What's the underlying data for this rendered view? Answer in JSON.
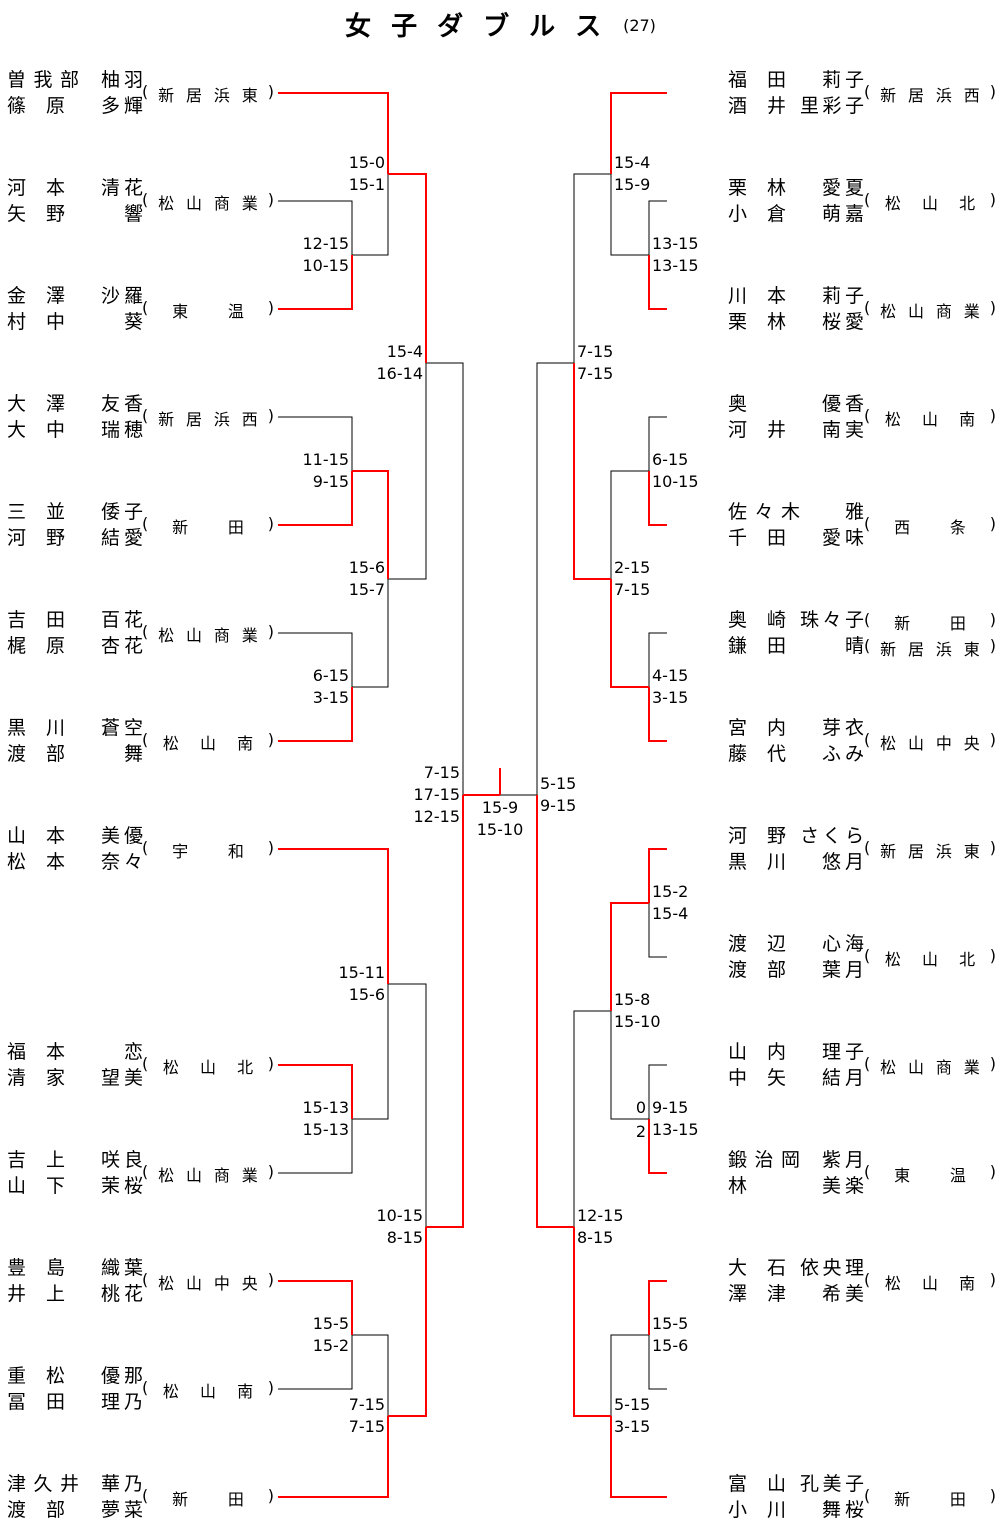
{
  "title": {
    "main": "女子ダブルス",
    "count": "(27)"
  },
  "colors": {
    "winner_line": "#ff0000",
    "loser_line": "#000000"
  },
  "left_teams": [
    {
      "p1": [
        "曽我部",
        "柚羽"
      ],
      "p2": [
        "篠原",
        "多輝"
      ],
      "school": "新居浜東"
    },
    {
      "p1": [
        "河本",
        "清花"
      ],
      "p2": [
        "矢野",
        "響"
      ],
      "school": "松山商業"
    },
    {
      "p1": [
        "金澤",
        "沙羅"
      ],
      "p2": [
        "村中",
        "葵"
      ],
      "school": "東温"
    },
    {
      "p1": [
        "大澤",
        "友香"
      ],
      "p2": [
        "大中",
        "瑞穂"
      ],
      "school": "新居浜西"
    },
    {
      "p1": [
        "三並",
        "倭子"
      ],
      "p2": [
        "河野",
        "結愛"
      ],
      "school": "新田"
    },
    {
      "p1": [
        "吉田",
        "百花"
      ],
      "p2": [
        "梶原",
        "杏花"
      ],
      "school": "松山商業"
    },
    {
      "p1": [
        "黒川",
        "蒼空"
      ],
      "p2": [
        "渡部",
        "舞"
      ],
      "school": "松山南"
    },
    {
      "p1": [
        "山本",
        "美優"
      ],
      "p2": [
        "松本",
        "奈々"
      ],
      "school": "宇和"
    },
    {
      "p1": [
        "福本",
        "恋"
      ],
      "p2": [
        "清家",
        "望美"
      ],
      "school": "松山北"
    },
    {
      "p1": [
        "吉上",
        "咲良"
      ],
      "p2": [
        "山下",
        "茉桜"
      ],
      "school": "松山商業"
    },
    {
      "p1": [
        "豊島",
        "織葉"
      ],
      "p2": [
        "井上",
        "桃花"
      ],
      "school": "松山中央"
    },
    {
      "p1": [
        "重松",
        "優那"
      ],
      "p2": [
        "冨田",
        "理乃"
      ],
      "school": "松山南"
    },
    {
      "p1": [
        "津久井",
        "華乃"
      ],
      "p2": [
        "渡部",
        "夢菜"
      ],
      "school": "新田"
    }
  ],
  "right_teams": [
    {
      "p1": [
        "福田",
        "莉子"
      ],
      "p2": [
        "酒井",
        "里彩子"
      ],
      "school": "新居浜西"
    },
    {
      "p1": [
        "栗林",
        "愛夏"
      ],
      "p2": [
        "小倉",
        "萌嘉"
      ],
      "school": "松山北"
    },
    {
      "p1": [
        "川本",
        "莉子"
      ],
      "p2": [
        "栗林",
        "桜愛"
      ],
      "school": "松山商業"
    },
    {
      "p1": [
        "奥",
        "優香"
      ],
      "p2": [
        "河井",
        "南実"
      ],
      "school": "松山南"
    },
    {
      "p1": [
        "佐々木",
        "雅"
      ],
      "p2": [
        "千田",
        "愛味"
      ],
      "school": "西条"
    },
    {
      "p1": [
        "奥崎",
        "珠々子"
      ],
      "p2": [
        "鎌田",
        "晴"
      ],
      "school": "新田",
      "school2": "新居浜東"
    },
    {
      "p1": [
        "宮内",
        "芽衣"
      ],
      "p2": [
        "藤代",
        "ふみ"
      ],
      "school": "松山中央"
    },
    {
      "p1": [
        "河野",
        "さくら"
      ],
      "p2": [
        "黒川",
        "悠月"
      ],
      "school": "新居浜東"
    },
    {
      "p1": [
        "渡辺",
        "心海"
      ],
      "p2": [
        "渡部",
        "葉月"
      ],
      "school": "松山北"
    },
    {
      "p1": [
        "山内",
        "理子"
      ],
      "p2": [
        "中矢",
        "結月"
      ],
      "school": "松山商業"
    },
    {
      "p1": [
        "鍛治岡",
        "紫月"
      ],
      "p2": [
        "林",
        "美楽"
      ],
      "school": "東温"
    },
    {
      "p1": [
        "大石",
        "依央理"
      ],
      "p2": [
        "澤津",
        "希美"
      ],
      "school": "松山南"
    },
    {
      "p1": [
        "富山",
        "孔美子"
      ],
      "p2": [
        "小川",
        "舞桜"
      ],
      "school": "新田"
    }
  ],
  "scores": {
    "L_r1_a": [
      "12-15",
      "10-15"
    ],
    "L_r2_a": [
      "15-0",
      "15-1"
    ],
    "L_r1_b": [
      "11-15",
      "9-15"
    ],
    "L_r1_c": [
      "6-15",
      "3-15"
    ],
    "L_r2_b": [
      "15-6",
      "15-7"
    ],
    "L_r3_a": [
      "15-4",
      "16-14"
    ],
    "L_r1_d": [
      "15-13",
      "15-13"
    ],
    "L_r2_c": [
      "15-11",
      "15-6"
    ],
    "L_r1_e": [
      "15-5",
      "15-2"
    ],
    "L_r2_d": [
      "7-15",
      "7-15"
    ],
    "L_r3_b": [
      "10-15",
      "8-15"
    ],
    "L_semi": [
      "7-15",
      "17-15",
      "12-15"
    ],
    "final": [
      "15-9",
      "15-10"
    ],
    "R_semi": [
      "5-15",
      "9-15"
    ],
    "R_r1_a": [
      "13-15",
      "13-15"
    ],
    "R_r2_a": [
      "15-4",
      "15-9"
    ],
    "R_r3_a": [
      "7-15",
      "7-15"
    ],
    "R_r1_b": [
      "6-15",
      "10-15"
    ],
    "R_r1_c": [
      "4-15",
      "3-15"
    ],
    "R_r2_b": [
      "2-15",
      "7-15"
    ],
    "R_r1_d": [
      "15-2",
      "15-4"
    ],
    "R_r1_e": [
      "9-15",
      "13-15"
    ],
    "R_r1_e_games": [
      "0",
      "2"
    ],
    "R_r2_c": [
      "15-8",
      "15-10"
    ],
    "R_r3_b": [
      "12-15",
      "8-15"
    ],
    "R_r1_f": [
      "15-5",
      "15-6"
    ],
    "R_r2_d": [
      "5-15",
      "3-15"
    ]
  }
}
